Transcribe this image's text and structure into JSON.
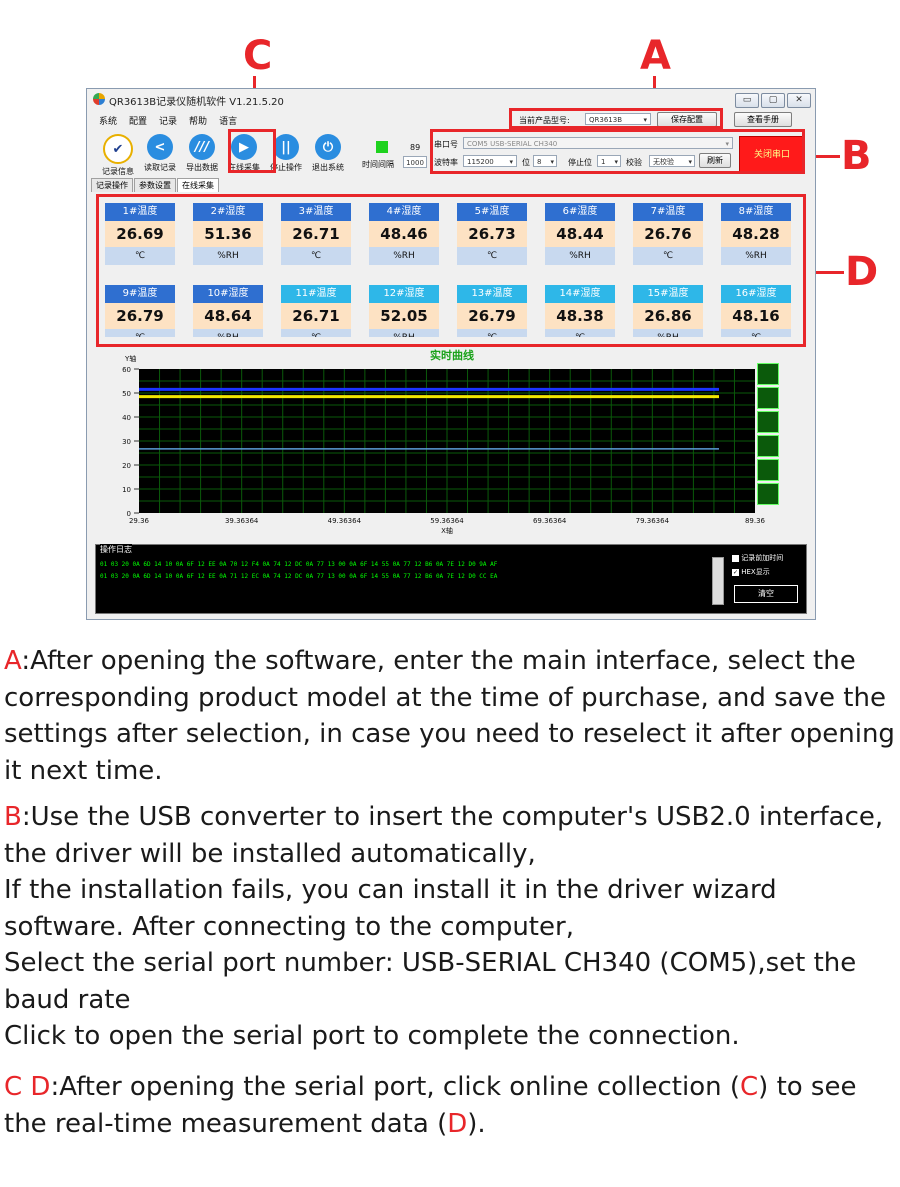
{
  "callouts": {
    "a": "A",
    "b": "B",
    "c": "C",
    "d": "D"
  },
  "window": {
    "title": "QR3613B记录仪随机软件  V1.21.5.20",
    "min": "▭",
    "max": "▢",
    "close": "✕"
  },
  "menu": [
    "系统",
    "配置",
    "记录",
    "帮助",
    "语言"
  ],
  "product": {
    "label": "当前产品型号:",
    "value": "QR3613B",
    "save_button": "保存配置",
    "manual_button": "查看手册"
  },
  "toolbar": [
    {
      "label": "记录信息",
      "icon": "record-info-icon",
      "color": "#e8b000",
      "glyph": "✔"
    },
    {
      "label": "读取记录",
      "icon": "share-icon",
      "color": "#2a8de0",
      "glyph": "<"
    },
    {
      "label": "导出数据",
      "icon": "export-icon",
      "color": "#2a8de0",
      "glyph": "///"
    },
    {
      "label": "在线采集",
      "icon": "play-icon",
      "color": "#2a8de0",
      "glyph": "▶"
    },
    {
      "label": "停止操作",
      "icon": "pause-icon",
      "color": "#2a8de0",
      "glyph": "||"
    },
    {
      "label": "退出系统",
      "icon": "power-icon",
      "color": "#2a8de0",
      "glyph": "⏻"
    }
  ],
  "interval": {
    "indicator_value": "89",
    "label": "时间间隔",
    "value": "1000"
  },
  "serial": {
    "port_label": "串口号",
    "port_value": "COM5 USB-SERIAL CH340",
    "baud_label": "波特率",
    "baud_value": "115200",
    "bits_label": "位",
    "bits_value": "8",
    "stop_label": "停止位",
    "stop_value": "1",
    "parity_label": "校验",
    "parity_value": "无校验",
    "refresh_button": "刷新",
    "close_port_button": "关闭串口"
  },
  "tabs": [
    "记录操作",
    "参数设置",
    "在线采集"
  ],
  "channels": [
    {
      "name": "1#温度",
      "value": "26.69",
      "unit": "℃"
    },
    {
      "name": "2#湿度",
      "value": "51.36",
      "unit": "%RH"
    },
    {
      "name": "3#温度",
      "value": "26.71",
      "unit": "℃"
    },
    {
      "name": "4#湿度",
      "value": "48.46",
      "unit": "%RH"
    },
    {
      "name": "5#温度",
      "value": "26.73",
      "unit": "℃"
    },
    {
      "name": "6#湿度",
      "value": "48.44",
      "unit": "%RH"
    },
    {
      "name": "7#温度",
      "value": "26.76",
      "unit": "℃"
    },
    {
      "name": "8#湿度",
      "value": "48.28",
      "unit": "%RH"
    },
    {
      "name": "9#温度",
      "value": "26.79",
      "unit": "℃"
    },
    {
      "name": "10#湿度",
      "value": "48.64",
      "unit": "%RH"
    },
    {
      "name": "11#温度",
      "value": "26.71",
      "unit": "℃"
    },
    {
      "name": "12#湿度",
      "value": "52.05",
      "unit": "%RH"
    },
    {
      "name": "13#温度",
      "value": "26.79",
      "unit": "℃"
    },
    {
      "name": "14#湿度",
      "value": "48.38",
      "unit": "℃"
    },
    {
      "name": "15#温度",
      "value": "26.86",
      "unit": "%RH"
    },
    {
      "name": "16#湿度",
      "value": "48.16",
      "unit": "℃"
    }
  ],
  "chart": {
    "title": "实时曲线",
    "ylabel": "Y轴",
    "xlabel": "X轴",
    "yticks": [
      "60",
      "50",
      "40",
      "30",
      "20",
      "10",
      "0"
    ],
    "xticks": [
      "29.36",
      "39.36364",
      "49.36364",
      "59.36364",
      "69.36364",
      "79.36364",
      "89.36"
    ],
    "series": [
      {
        "color": "#1a33ff",
        "y": 51.5
      },
      {
        "color": "#f2e600",
        "y": 48.5
      },
      {
        "color": "#5b9bd5",
        "y": 26.7
      }
    ],
    "ylim": [
      0,
      60
    ]
  },
  "log": {
    "title": "操作日志",
    "lines": [
      "01 03 20 0A 6D 14 10 0A 6F 12 EE 0A 70 12 F4 0A 74 12 DC 0A 77 13 00 0A 6F 14 55 0A 77 12 B6 0A 7E 12 D0 9A AF",
      "01 03 20 0A 6D 14 10 0A 6F 12 EE 0A 71 12 EC 0A 74 12 DC 0A 77 13 00 0A 6F 14 55 0A 77 12 B6 0A 7E 12 D0 CC EA"
    ],
    "opt_time": "记录前加时间",
    "opt_hex": "HEX显示",
    "clear_button": "清空"
  },
  "description": {
    "a_tag": "A",
    "a_text": ":After opening the software, enter the main interface, select the corresponding product model at the time of purchase, and save the settings after selection, in case you need to reselect it after opening it next time.",
    "b_tag": "B",
    "b_text1": ":Use the USB converter to insert the computer's USB2.0 interface, the driver will be installed automatically,",
    "b_text2": "If the installation fails, you can install it in the driver wizard software. After connecting to the computer,",
    "b_text3": "Select the serial port number: USB-SERIAL CH340 (COM5),set the baud rate",
    "b_text4": "Click to open the serial port to complete the connection.",
    "cd_tag": "C D",
    "cd_text1": ":After opening the serial port, click online collection (",
    "cd_c": "C",
    "cd_text2": ") to see the real-time measurement data (",
    "cd_d": "D",
    "cd_text3": ")."
  }
}
